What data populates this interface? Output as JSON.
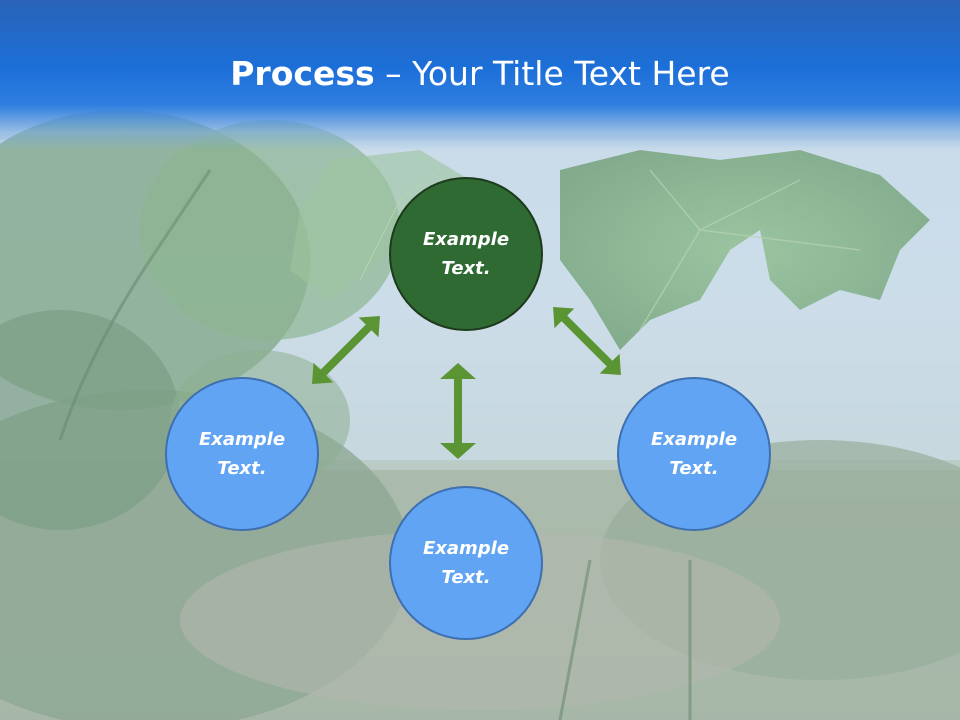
{
  "title": {
    "bold": "Process",
    "rest": " – Your Title Text Here"
  },
  "colors": {
    "header_blue": "#1c6fd8",
    "center_node": "#2f6a32",
    "outer_node": "#62a4f4",
    "arrow": "#5a9433"
  },
  "nodes": {
    "top": {
      "line1": "Example",
      "line2": "Text."
    },
    "left": {
      "line1": "Example",
      "line2": "Text."
    },
    "right": {
      "line1": "Example",
      "line2": "Text."
    },
    "bottom": {
      "line1": "Example",
      "line2": "Text."
    }
  }
}
